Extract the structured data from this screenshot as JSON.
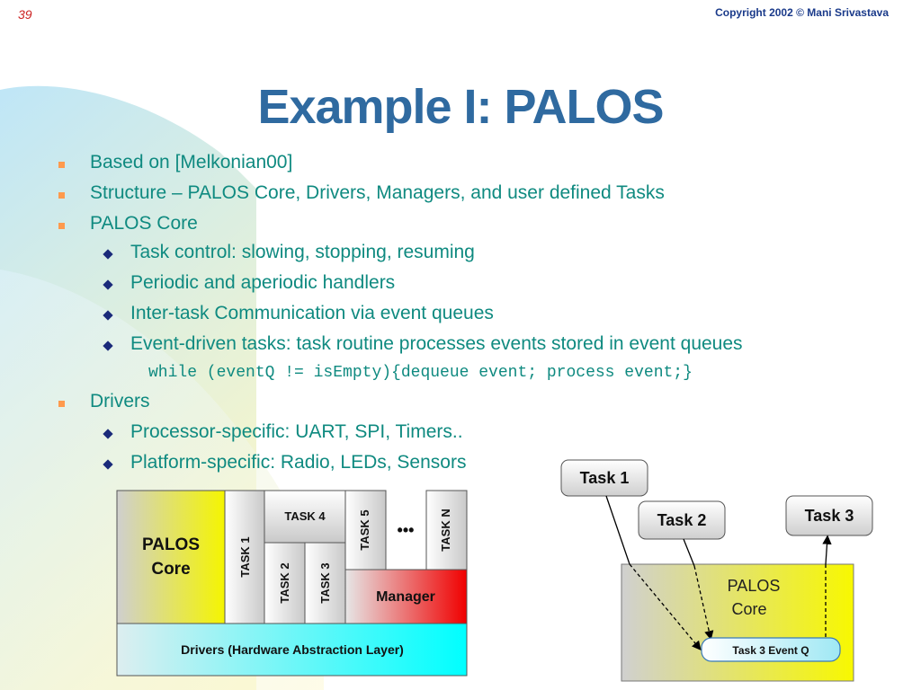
{
  "slide_number": "39",
  "copyright": "Copyright 2002 © Mani Srivastava",
  "title": "Example I: PALOS",
  "bullets": [
    "Based on [Melkonian00]",
    "Structure – PALOS Core, Drivers, Managers, and user defined Tasks",
    "PALOS Core",
    "Drivers"
  ],
  "core_subbullets": [
    "Task control: slowing, stopping, resuming",
    "Periodic and aperiodic handlers",
    "Inter-task Communication via event queues",
    "Event-driven tasks:  task routine processes events stored in event queues"
  ],
  "code_line": "while (eventQ != isEmpty){dequeue event; process event;}",
  "driver_subbullets": [
    "Processor-specific: UART, SPI, Timers..",
    "Platform-specific: Radio, LEDs, Sensors"
  ],
  "arch_diagram": {
    "core_line1": "PALOS",
    "core_line2": "Core",
    "task1": "TASK 1",
    "task2": "TASK 2",
    "task3": "TASK 3",
    "task4": "TASK 4",
    "task5": "TASK 5",
    "taskn": "TASK N",
    "ellipsis": "•••",
    "manager": "Manager",
    "drivers": "Drivers (Hardware Abstraction Layer)"
  },
  "queue_diagram": {
    "task1": "Task 1",
    "task2": "Task 2",
    "task3": "Task 3",
    "core_line1": "PALOS",
    "core_line2": "Core",
    "event_q": "Task 3  Event Q"
  }
}
